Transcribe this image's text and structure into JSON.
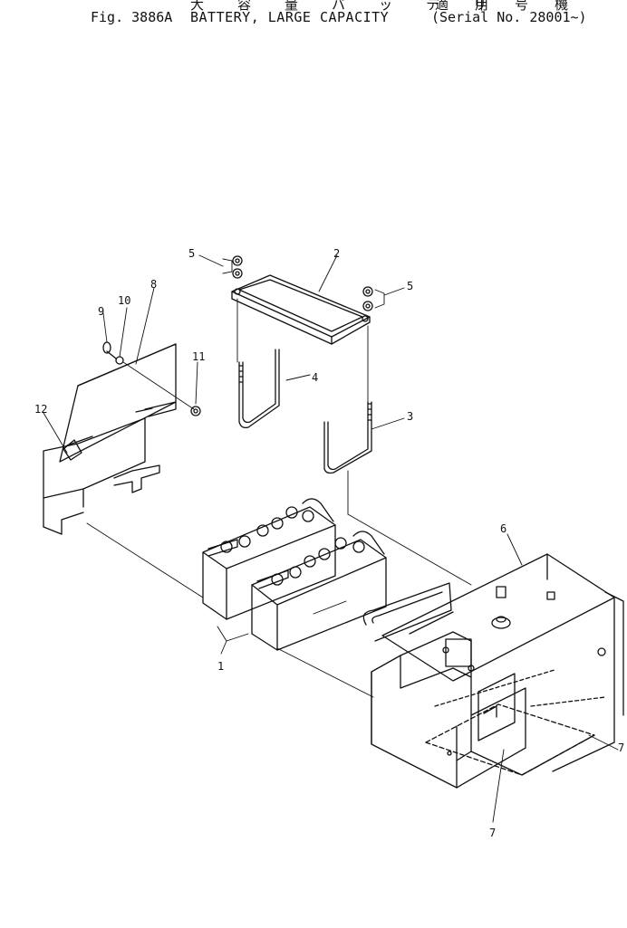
{
  "header": {
    "fig_no": "Fig. 3886A",
    "title": "BATTERY, LARGE CAPACITY",
    "serial": "(Serial No. 28001~)",
    "title_jp": "大 容 量 バ ッ テ リ",
    "serial_jp": "適 用 号 機"
  },
  "callouts": [
    "1",
    "2",
    "3",
    "4",
    "5",
    "5",
    "6",
    "7",
    "7",
    "8",
    "9",
    "10",
    "11",
    "12"
  ]
}
